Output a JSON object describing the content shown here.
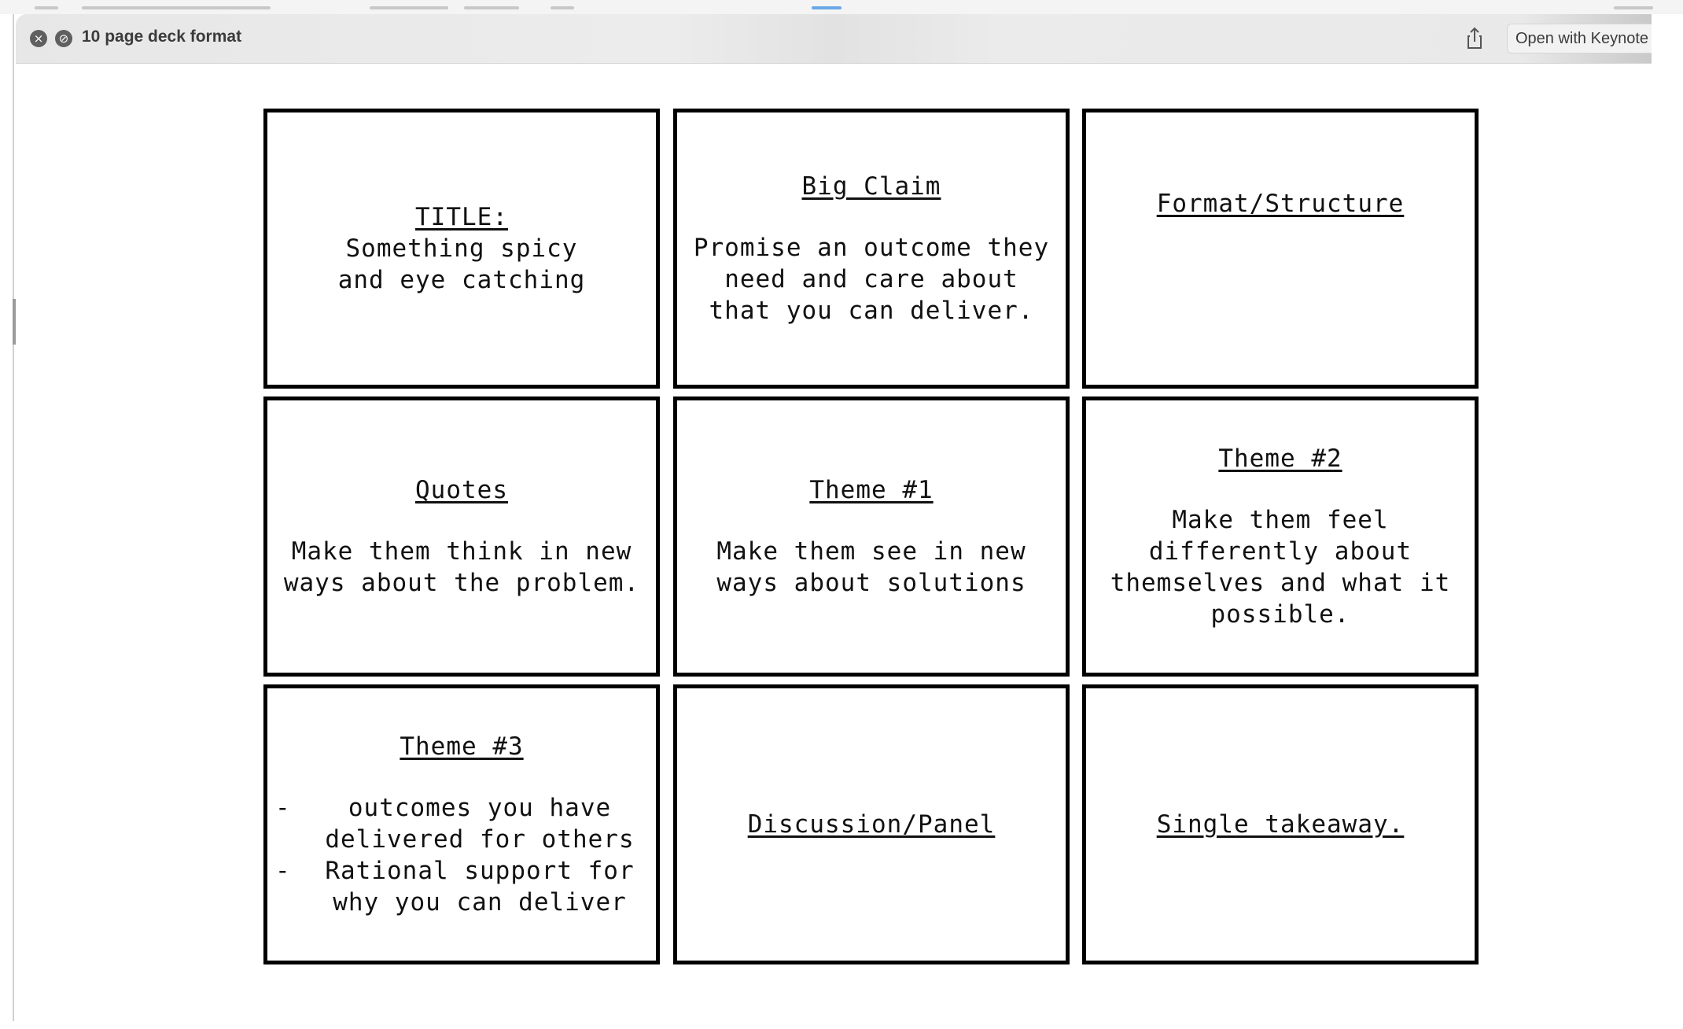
{
  "window": {
    "title": "10 page deck format",
    "open_with_label": "Open with Keynote",
    "close_icon_glyph": "×",
    "fullscreen_icon_glyph": "⊘"
  },
  "slides": [
    {
      "heading": "TITLE:",
      "body": "Something spicy\nand eye catching"
    },
    {
      "heading": "Big Claim",
      "body": "Promise an outcome they\nneed and care about\nthat you can deliver."
    },
    {
      "heading": "Format/Structure",
      "body": ""
    },
    {
      "heading": "Quotes",
      "body": "Make them think in new\nways about the problem."
    },
    {
      "heading": "Theme #1",
      "body": "Make them see in new\nways about solutions"
    },
    {
      "heading": "Theme #2",
      "body": "Make them feel\ndifferently about\nthemselves and what it\npossible."
    },
    {
      "heading": "Theme #3",
      "bullets": [
        {
          "dash": "-",
          "text": "outcomes you have\ndelivered for others"
        },
        {
          "dash": "-",
          "text": "Rational support for\nwhy you can deliver"
        }
      ]
    },
    {
      "heading": "Discussion/Panel",
      "body": ""
    },
    {
      "heading": "Single takeaway.",
      "body": ""
    }
  ]
}
